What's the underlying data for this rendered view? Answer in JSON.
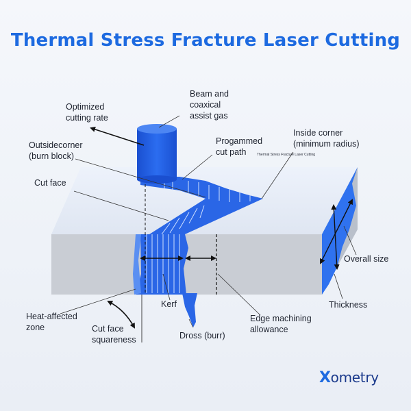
{
  "title": "Thermal Stress Fracture Laser Cutting",
  "small_caption": "Thermal Stress Fracture Laser Cutting",
  "brand": {
    "first_letter": "X",
    "rest": "ometry"
  },
  "colors": {
    "accent": "#1d6ae0",
    "beam": "#1f5fe0",
    "slab_top": "#e6edf8",
    "slab_front": "#c9cdd4",
    "brand": "#1b3a8c"
  },
  "labels": {
    "beam_l1": "Beam and",
    "beam_l2": "coaxical",
    "beam_l3": "assist gas",
    "rate_l1": "Optimized",
    "rate_l2": "cutting rate",
    "outside_l1": "Outsidecorner",
    "outside_l2": "(burn block)",
    "progammed_l1": "Progammed",
    "progammed_l2": "cut path",
    "inside_l1": "Inside corner",
    "inside_l2": "(minimum radius)",
    "cutface": "Cut face",
    "overall": "Overall size",
    "thickness": "Thickness",
    "haz_l1": "Heat-affected",
    "haz_l2": "zone",
    "kerf": "Kerf",
    "squareness_l1": "Cut face",
    "squareness_l2": "squareness",
    "dross": "Dross (burr)",
    "edge_l1": "Edge machining",
    "edge_l2": "allowance"
  }
}
